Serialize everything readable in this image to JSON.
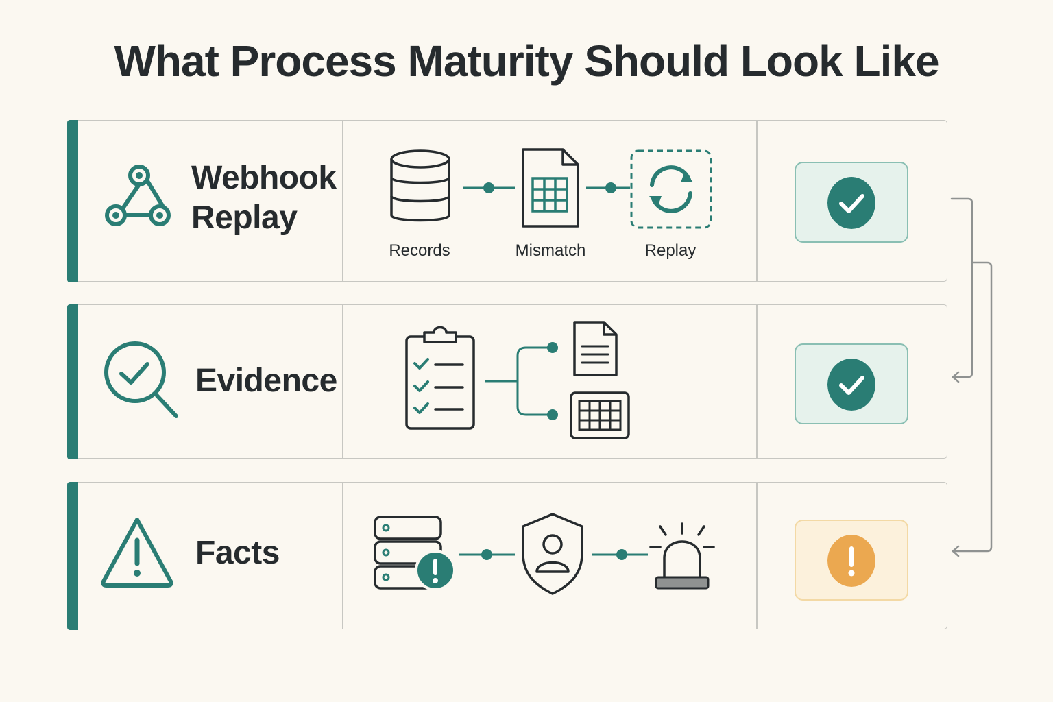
{
  "title": "What Process Maturity Should Look Like",
  "rows": [
    {
      "label_line1": "Webhook",
      "label_line2": "Replay",
      "steps": [
        "Records",
        "Mismatch",
        "Replay"
      ],
      "status": "ok"
    },
    {
      "label_line1": "Evidence",
      "status": "ok"
    },
    {
      "label_line1": "Facts",
      "status": "warn"
    }
  ],
  "colors": {
    "accent": "#2a7d74",
    "ok_fill": "#e6f2ec",
    "warn_fill": "#fcf1dc",
    "warn_dot": "#eba850",
    "text": "#262b2e"
  },
  "icons": {
    "row1": "webhook-icon",
    "row2": "magnifier-check-icon",
    "row3": "warning-triangle-icon"
  }
}
